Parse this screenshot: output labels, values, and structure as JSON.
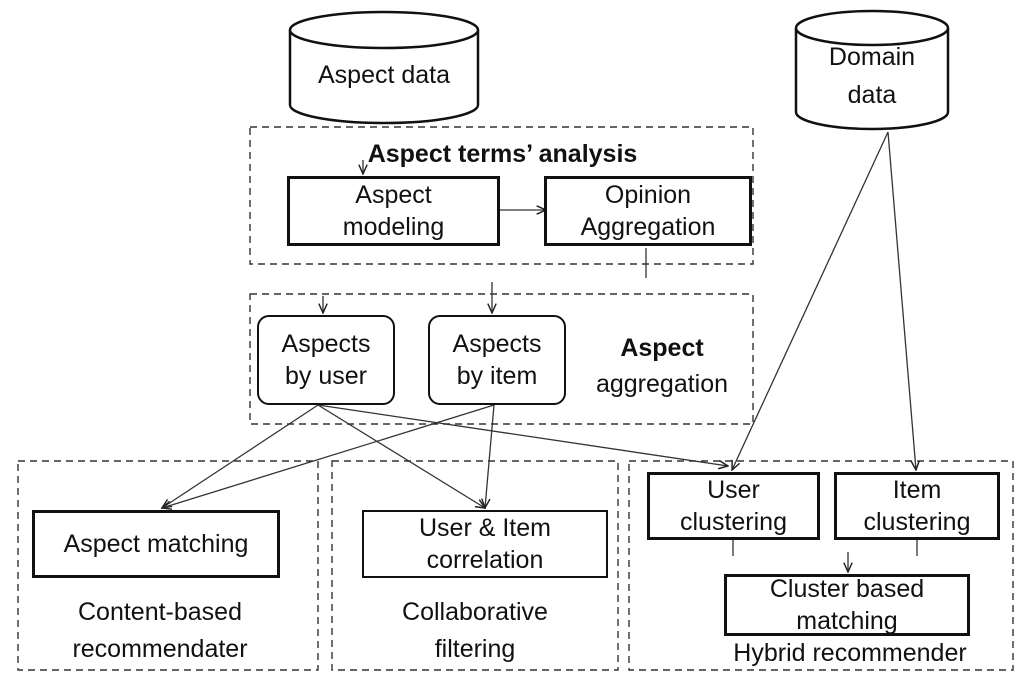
{
  "datastores": {
    "aspect_data": "Aspect data",
    "domain_data_line1": "Domain",
    "domain_data_line2": "data"
  },
  "aspect_terms": {
    "title": "Aspect terms’ analysis",
    "modeling_line1": "Aspect",
    "modeling_line2": "modeling",
    "opinion_line1": "Opinion",
    "opinion_line2": "Aggregation"
  },
  "aspect_aggregation": {
    "by_user_line1": "Aspects",
    "by_user_line2": "by user",
    "by_item_line1": "Aspects",
    "by_item_line2": "by item",
    "label_line1": "Aspect",
    "label_line2": "aggregation"
  },
  "content_based": {
    "box": "Aspect matching",
    "label_line1": "Content-based",
    "label_line2": "recommendater"
  },
  "collaborative": {
    "box_line1": "User & Item",
    "box_line2": "correlation",
    "label_line1": "Collaborative",
    "label_line2": "filtering"
  },
  "hybrid": {
    "user_cluster_line1": "User",
    "user_cluster_line2": "clustering",
    "item_cluster_line1": "Item",
    "item_cluster_line2": "clustering",
    "cluster_match_line1": "Cluster based",
    "cluster_match_line2": "matching",
    "label": "Hybrid recommender"
  }
}
